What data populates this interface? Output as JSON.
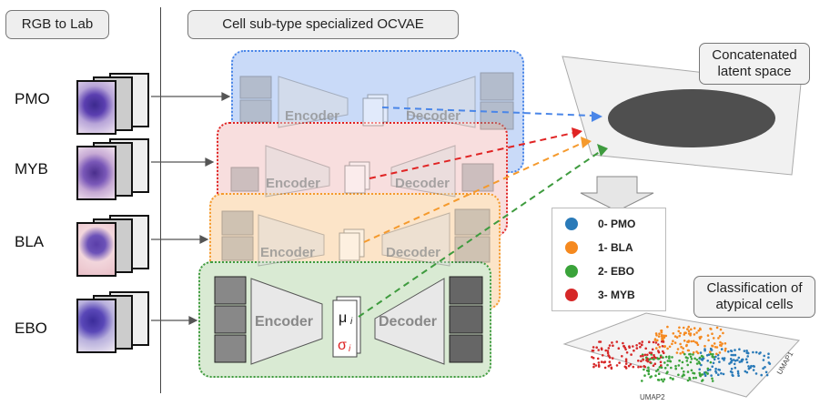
{
  "header": {
    "rgb_label": "RGB to Lab",
    "ocvae_label": "Cell sub-type specialized OCVAE"
  },
  "rows": [
    "PMO",
    "MYB",
    "BLA",
    "EBO"
  ],
  "encoder_label": "Encoder",
  "decoder_label": "Decoder",
  "mu_symbol": "μ",
  "sigma_symbol": "σ",
  "index_symbol": "i",
  "latent_label": "Concatenated latent space",
  "classification_label": "Classification of atypical cells",
  "legend": [
    {
      "label": "0- PMO",
      "color": "#2a7ab8"
    },
    {
      "label": "1- BLA",
      "color": "#f5891f"
    },
    {
      "label": "2- EBO",
      "color": "#3aa33a"
    },
    {
      "label": "3- MYB",
      "color": "#d62828"
    }
  ],
  "umap_axes": {
    "x": "UMAP2",
    "y": "UMAP1"
  },
  "colors": {
    "pmo": "#4a86e8",
    "myb": "#e02424",
    "bla": "#f59a2d",
    "ebo": "#3e9b3e"
  }
}
